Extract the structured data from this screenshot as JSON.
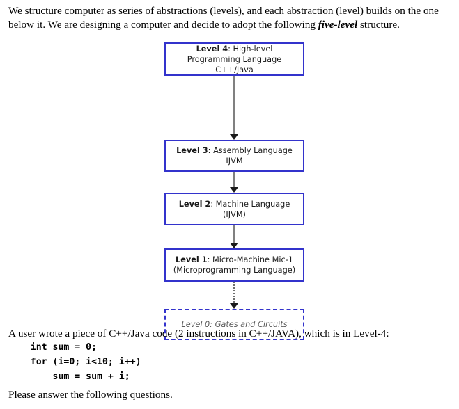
{
  "intro": {
    "part1": "We structure computer as series of abstractions (levels), and each abstraction (level) builds on the one below it. We are designing a computer and decide to adopt the following ",
    "emphasis": "five-level",
    "part2": " structure."
  },
  "diagram": {
    "accent_color": "#3333CC",
    "connector_color": "#808080",
    "arrowhead_color": "#1A1A1A",
    "level0_text_color": "#5A5A5A",
    "nodes": [
      {
        "id": "level-4",
        "label_bold": "Level 4",
        "label_rest": ": High-level Programming Language C++/Java",
        "style": "solid"
      },
      {
        "id": "level-3",
        "label_bold": "Level 3",
        "label_rest": ": Assembly Language IJVM",
        "style": "solid"
      },
      {
        "id": "level-2",
        "label_bold": "Level 2",
        "label_rest": ": Machine Language (IJVM)",
        "style": "solid"
      },
      {
        "id": "level-1",
        "label_bold": "Level 1",
        "label_rest": ": Micro-Machine Mic-1 (Microprogramming Language)",
        "style": "solid"
      },
      {
        "id": "level-0",
        "label": "Level 0: Gates and Circuits",
        "style": "dashed-italic"
      }
    ]
  },
  "outro": {
    "question_intro": "A user wrote a piece of C++/Java code (2 instructions in C++/JAVA), which is in Level-4:",
    "code": "    int sum = 0;\n    for (i=0; i<10; i++)\n        sum = sum + i;",
    "closing": "Please answer the following questions."
  }
}
